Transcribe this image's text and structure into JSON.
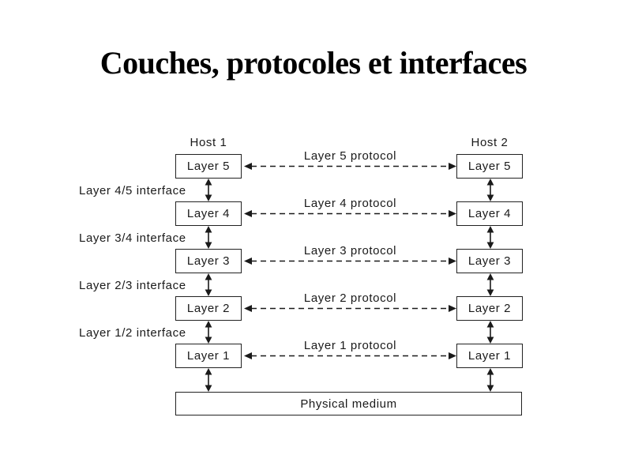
{
  "slide": {
    "title": "Couches, protocoles et interfaces"
  },
  "diagram": {
    "hosts": [
      {
        "label": "Host 1"
      },
      {
        "label": "Host 2"
      }
    ],
    "layers": [
      {
        "level": 5,
        "label": "Layer 5",
        "protocol": "Layer 5 protocol"
      },
      {
        "level": 4,
        "label": "Layer 4",
        "protocol": "Layer 4 protocol"
      },
      {
        "level": 3,
        "label": "Layer 3",
        "protocol": "Layer 3 protocol"
      },
      {
        "level": 2,
        "label": "Layer 2",
        "protocol": "Layer 2 protocol"
      },
      {
        "level": 1,
        "label": "Layer 1",
        "protocol": "Layer 1 protocol"
      }
    ],
    "interfaces": [
      "Layer 4/5 interface",
      "Layer 3/4 interface",
      "Layer 2/3 interface",
      "Layer 1/2 interface"
    ],
    "physical_medium": "Physical medium",
    "colors": {
      "background": "#ffffff",
      "line": "#1a1a1a",
      "text": "#000000"
    }
  }
}
